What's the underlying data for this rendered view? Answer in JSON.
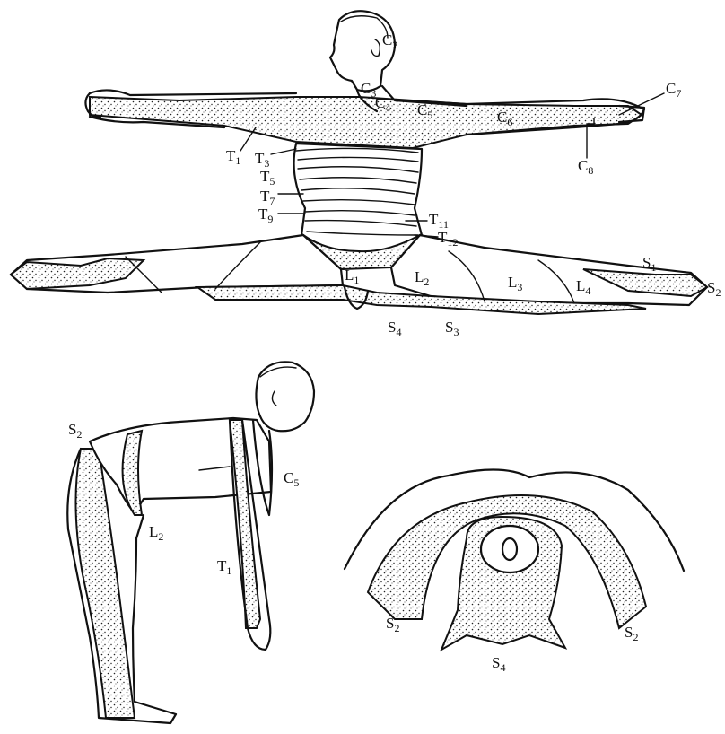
{
  "labels": {
    "C2": {
      "base": "C",
      "sub": "2"
    },
    "C3": {
      "base": "C",
      "sub": "3"
    },
    "C4": {
      "base": "C",
      "sub": "4"
    },
    "C5": {
      "base": "C",
      "sub": "5"
    },
    "C6": {
      "base": "C",
      "sub": "6"
    },
    "C7": {
      "base": "C",
      "sub": "7"
    },
    "C8": {
      "base": "C",
      "sub": "8"
    },
    "T1": {
      "base": "T",
      "sub": "1"
    },
    "T3": {
      "base": "T",
      "sub": "3"
    },
    "T5": {
      "base": "T",
      "sub": "5"
    },
    "T7": {
      "base": "T",
      "sub": "7"
    },
    "T9": {
      "base": "T",
      "sub": "9"
    },
    "T11": {
      "base": "T",
      "sub": "11"
    },
    "T12": {
      "base": "T",
      "sub": "12"
    },
    "L1": {
      "base": "L",
      "sub": "1"
    },
    "L2": {
      "base": "L",
      "sub": "2"
    },
    "L3": {
      "base": "L",
      "sub": "3"
    },
    "L4": {
      "base": "L",
      "sub": "4"
    },
    "S1": {
      "base": "S",
      "sub": "1"
    },
    "S2": {
      "base": "S",
      "sub": "2"
    },
    "S3": {
      "base": "S",
      "sub": "3"
    },
    "S4": {
      "base": "S",
      "sub": "4"
    },
    "bS2": {
      "base": "S",
      "sub": "2"
    },
    "bC5": {
      "base": "C",
      "sub": "5"
    },
    "bL2": {
      "base": "L",
      "sub": "2"
    },
    "bT1": {
      "base": "T",
      "sub": "1"
    },
    "pS2a": {
      "base": "S",
      "sub": "2"
    },
    "pS2b": {
      "base": "S",
      "sub": "2"
    },
    "pS4": {
      "base": "S",
      "sub": "4"
    }
  },
  "colors": {
    "ink": "#111111",
    "paper": "#ffffff"
  }
}
